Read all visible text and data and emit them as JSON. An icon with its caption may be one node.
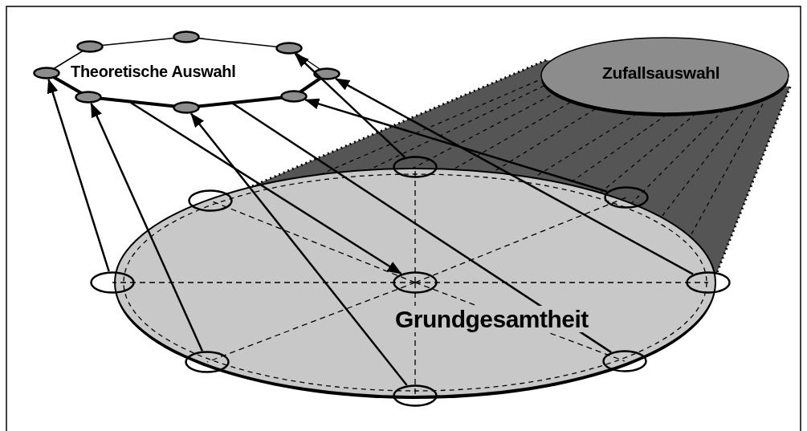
{
  "diagram": {
    "nodes": [
      {
        "text": [
          "Theoretische Auswahl"
        ]
      },
      {
        "text": [],
        "shape": "circle",
        "in": 0
      },
      {
        "text": [],
        "shape": "circle",
        "in": 0
      },
      {
        "text": [],
        "shape": "circle",
        "in": 0
      },
      {
        "text": [],
        "shape": "circle",
        "in": 0
      },
      {
        "text": [],
        "shape": "circle",
        "in": 0
      },
      {
        "text": [],
        "shape": "circle",
        "in": 0
      },
      {
        "text": [],
        "shape": "circle",
        "in": 0
      },
      {
        "text": [],
        "shape": "circle",
        "in": 0
      },
      {
        "text": [
          "Zufallsauswahl"
        ]
      },
      {
        "text": [
          "Grundgesamtheit"
        ]
      },
      {
        "text": [],
        "shape": "circle"
      },
      {
        "text": [],
        "shape": "circle",
        "in": 10
      },
      {
        "text": [],
        "shape": "circle"
      },
      {
        "text": [],
        "shape": "circle"
      },
      {
        "text": [],
        "shape": "circle",
        "in": 10
      },
      {
        "text": [],
        "shape": "circle"
      },
      {
        "text": [],
        "shape": "circle",
        "in": 10
      },
      {
        "text": [],
        "shape": "circle"
      },
      {
        "text": [],
        "shape": "circle"
      }
    ],
    "edges": [
      {
        "from": 11,
        "to": 1,
        "arrow": "to"
      },
      {
        "from": 12,
        "to": 3,
        "arrow": "to"
      },
      {
        "from": 16,
        "to": 5,
        "arrow": "to"
      },
      {
        "from": 14,
        "to": 6,
        "arrow": "to"
      },
      {
        "from": 18,
        "to": 7,
        "arrow": "to"
      },
      {
        "from": 19,
        "to": 8,
        "arrow": "to"
      },
      {
        "from": 0,
        "to": 15,
        "arrow": "to"
      },
      {
        "from": 0,
        "to": 17,
        "arrow": "none"
      }
    ]
  }
}
